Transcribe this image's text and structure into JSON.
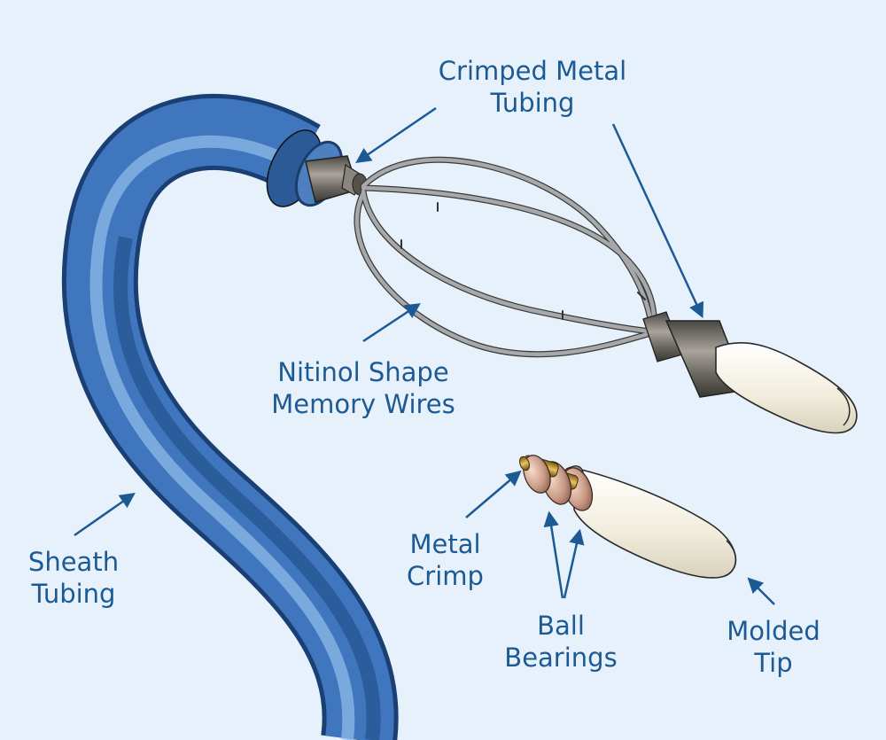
{
  "labels": {
    "crimped_metal_tubing": [
      "Crimped Metal",
      "Tubing"
    ],
    "nitinol_wires": [
      "Nitinol Shape",
      "Memory Wires"
    ],
    "sheath_tubing": [
      "Sheath",
      "Tubing"
    ],
    "metal_crimp": [
      "Metal",
      "Crimp"
    ],
    "ball_bearings": [
      "Ball",
      "Bearings"
    ],
    "molded_tip": [
      "Molded",
      "Tip"
    ]
  },
  "colors": {
    "background": "#e6f1fc",
    "label_text": "#1d5a94",
    "arrow": "#1d5a94",
    "sheath": "#3f76bd",
    "wire": "#9a9b9c",
    "metal": "#6b6761",
    "tip": "#f3efe0",
    "bearing": "#c99a86"
  },
  "icons": {
    "arrow": "arrowhead",
    "bearing": "ball-bearing"
  }
}
